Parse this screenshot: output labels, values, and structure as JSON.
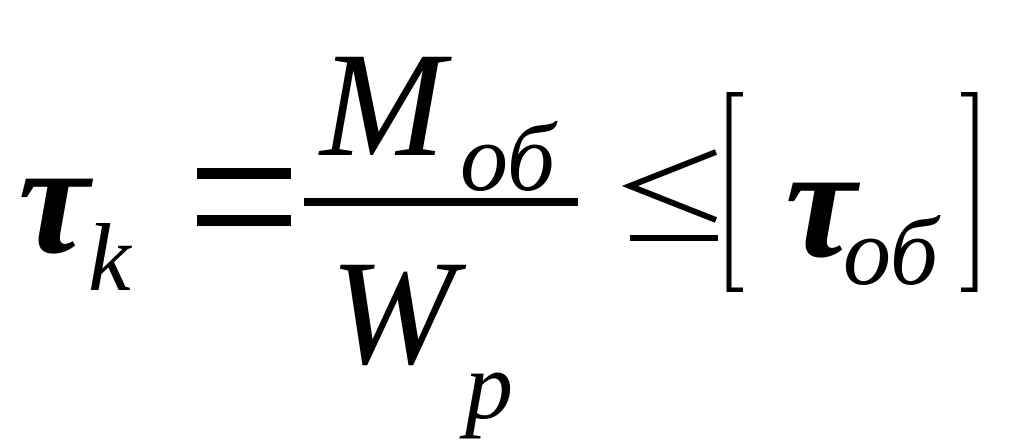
{
  "formula": {
    "lhs_symbol": "τ",
    "lhs_subscript": "k",
    "relation_equals": "=",
    "numerator_symbol": "M",
    "numerator_subscript": "об",
    "denominator_symbol": "W",
    "denominator_subscript": "p",
    "relation_leq": "≤",
    "bracket_open": "[",
    "rhs_symbol": "τ",
    "rhs_subscript": "об",
    "bracket_close": "]"
  }
}
